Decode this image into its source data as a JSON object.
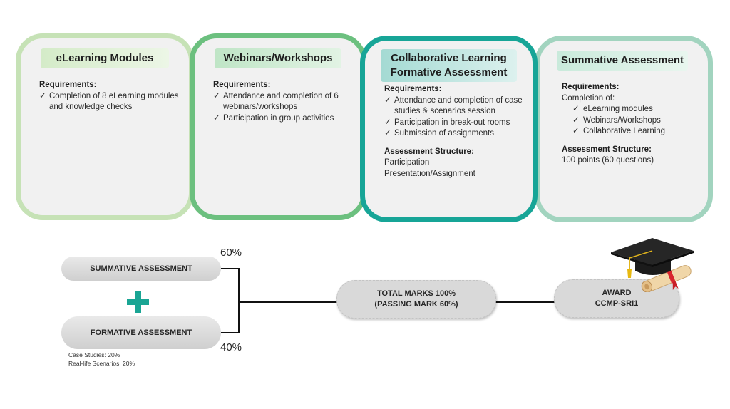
{
  "cards": [
    {
      "title": "eLearning Modules",
      "border_color": "#c6e2b6",
      "requirements_label": "Requirements:",
      "requirements": [
        "Completion of 8 eLearning modules and knowledge checks"
      ]
    },
    {
      "title": "Webinars/Workshops",
      "border_color": "#6cc07f",
      "requirements_label": "Requirements:",
      "requirements": [
        "Attendance and completion of 6 webinars/workshops",
        "Participation in group activities"
      ]
    },
    {
      "title_line1": "Collaborative Learning",
      "title_line2": "Formative Assessment",
      "border_color": "#17a597",
      "requirements_label": "Requirements:",
      "requirements": [
        "Attendance and completion of case studies & scenarios session",
        "Participation in break-out rooms",
        "Submission of assignments"
      ],
      "structure_label": "Assessment Structure:",
      "structure": [
        "Participation",
        "Presentation/Assignment"
      ]
    },
    {
      "title": "Summative Assessment",
      "border_color": "#a2d4bf",
      "requirements_label": "Requirements:",
      "requirements_intro": "Completion of:",
      "requirements": [
        "eLearning modules",
        "Webinars/Workshops",
        "Collaborative Learning"
      ],
      "structure_label": "Assessment Structure:",
      "structure": [
        "100 points (60 questions)"
      ]
    }
  ],
  "check_glyph": "✓",
  "flow": {
    "summative_label": "SUMMATIVE ASSESSMENT",
    "summative_weight": "60%",
    "plus_icon": "plus-icon",
    "formative_label": "FORMATIVE ASSESSMENT",
    "formative_weight": "40%",
    "formative_breakdown": [
      "Case Studies: 20%",
      "Real-life Scenarios: 20%"
    ],
    "total_line1": "TOTAL MARKS 100%",
    "total_line2": "(PASSING MARK 60%)",
    "award_line1": "AWARD",
    "award_line2": "CCMP-SRI1",
    "award_icon": "graduation-cap-diploma-icon",
    "accent_color": "#1aa594"
  }
}
